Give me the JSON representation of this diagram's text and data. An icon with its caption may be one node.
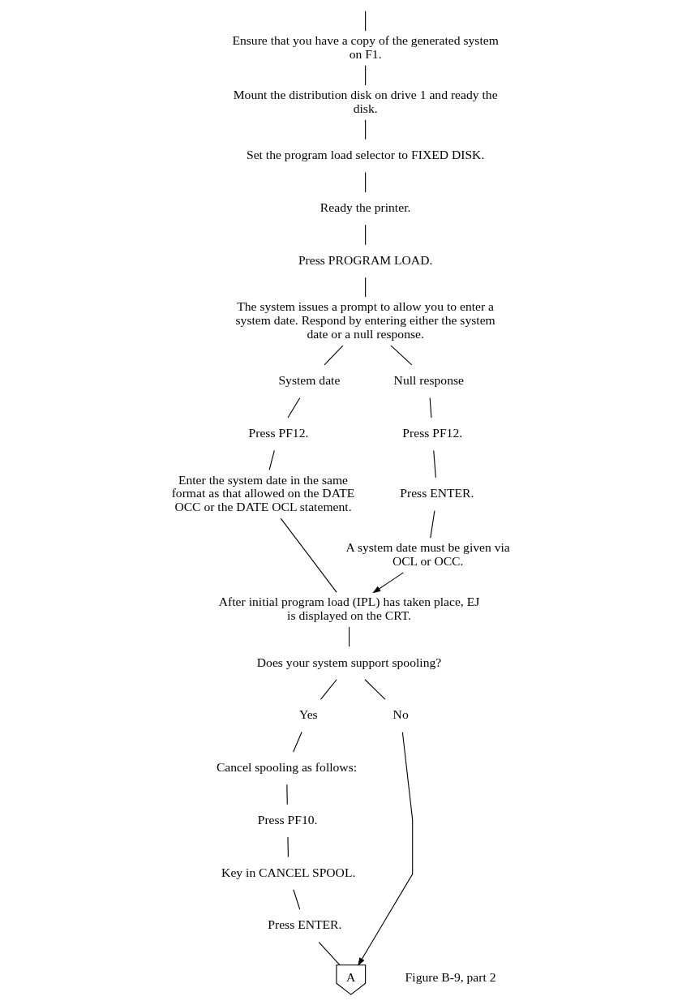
{
  "diagram": {
    "nodes": [
      {
        "text": [
          "Ensure that you have a copy of the generated system on F1."
        ]
      },
      {
        "text": [
          "Mount the distribution disk on drive 1 and ready the disk."
        ]
      },
      {
        "text": [
          "Set the program load selector to FIXED DISK."
        ]
      },
      {
        "text": [
          "Ready the printer."
        ]
      },
      {
        "text": [
          "Press PROGRAM LOAD."
        ]
      },
      {
        "text": [
          "The system issues a prompt to allow you to enter a system date. Respond by entering either the system date or a null response."
        ]
      },
      {
        "text": [
          "System date"
        ]
      },
      {
        "text": [
          "Null response"
        ]
      },
      {
        "text": [
          "Press PF12."
        ]
      },
      {
        "text": [
          "Enter the system date in the same format as that allowed on the DATE OCC or the DATE OCL statement."
        ]
      },
      {
        "text": [
          "Press PF12."
        ]
      },
      {
        "text": [
          "Press ENTER."
        ]
      },
      {
        "text": [
          "A system date must be given via OCL or OCC."
        ]
      },
      {
        "text": [
          "After initial program load (IPL) has taken place, EJ is displayed on the CRT."
        ]
      },
      {
        "text": [
          "Does your system support spooling?"
        ]
      },
      {
        "text": [
          "Yes"
        ]
      },
      {
        "text": [
          "No"
        ]
      },
      {
        "text": [
          "Cancel spooling as follows:"
        ]
      },
      {
        "text": [
          "Press PF10."
        ]
      },
      {
        "text": [
          "Key in CANCEL SPOOL."
        ]
      },
      {
        "text": [
          "Press ENTER."
        ]
      },
      {
        "text": [
          "A"
        ],
        "beside": [
          "Figure B-9, part 2"
        ]
      }
    ],
    "edges": [
      {
        "from": null,
        "to": 0,
        "arrow": "none"
      },
      {
        "from": 0,
        "to": 1,
        "arrow": "none"
      },
      {
        "from": 1,
        "to": 2,
        "arrow": "none"
      },
      {
        "from": 2,
        "to": 3,
        "arrow": "none"
      },
      {
        "from": 3,
        "to": 4,
        "arrow": "none"
      },
      {
        "from": 4,
        "to": 5,
        "arrow": "none"
      },
      {
        "from": 5,
        "to": 6,
        "arrow": "none"
      },
      {
        "from": 5,
        "to": 7,
        "arrow": "none"
      },
      {
        "from": 6,
        "to": 8,
        "arrow": "none"
      },
      {
        "from": 8,
        "to": 9,
        "arrow": "none"
      },
      {
        "from": 7,
        "to": 10,
        "arrow": "none"
      },
      {
        "from": 10,
        "to": 11,
        "arrow": "none"
      },
      {
        "from": 11,
        "to": 12,
        "arrow": "none"
      },
      {
        "from": 9,
        "to": 13,
        "arrow": "none"
      },
      {
        "from": 12,
        "to": 13,
        "arrow": "to"
      },
      {
        "from": 13,
        "to": 14,
        "arrow": "none"
      },
      {
        "from": 14,
        "to": 15,
        "arrow": "none"
      },
      {
        "from": 14,
        "to": 16,
        "arrow": "none"
      },
      {
        "from": 15,
        "to": 17,
        "arrow": "none"
      },
      {
        "from": 17,
        "to": 18,
        "arrow": "none"
      },
      {
        "from": 18,
        "to": 19,
        "arrow": "none"
      },
      {
        "from": 19,
        "to": 20,
        "arrow": "none"
      },
      {
        "from": 20,
        "to": 21,
        "arrow": "none"
      },
      {
        "from": 16,
        "to": 21,
        "arrow": "to"
      }
    ]
  }
}
